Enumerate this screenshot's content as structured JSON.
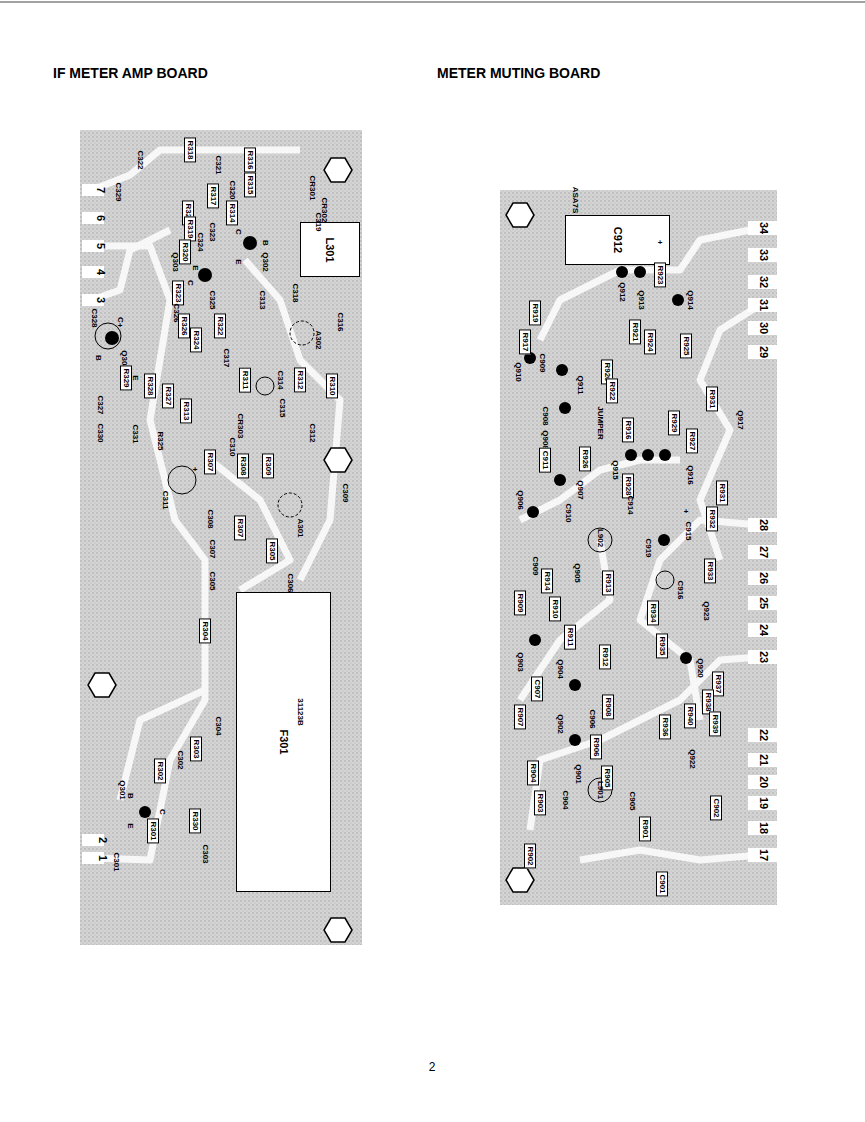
{
  "diagram": {
    "nodes": [
      {
        "text": [
          "IF METER AMP BOARD"
        ]
      },
      {
        "text": [
          "F301"
        ],
        "in": 0
      },
      {
        "text": [
          "L301"
        ],
        "in": 0
      },
      {
        "text": [
          "METER MUTING BOARD"
        ]
      },
      {
        "text": [
          "C912"
        ],
        "in": 3
      }
    ],
    "labels": [
      "1",
      "2",
      "7",
      "6",
      "5",
      "4",
      "3",
      "R318",
      "R316",
      "C322",
      "C321",
      "R315",
      "C329",
      "C320",
      "R317",
      "CR301",
      "CR302",
      "R321",
      "R314",
      "C319",
      "C323",
      "R319",
      "C324",
      "R320",
      "Q302",
      "Q303",
      "R323",
      "C326",
      "C325",
      "C313",
      "C318",
      "R322",
      "A302",
      "C316",
      "C328",
      "Q304",
      "R326",
      "R324",
      "R328",
      "R327",
      "R329",
      "C317",
      "R311",
      "C314",
      "R312",
      "R310",
      "C327",
      "C330",
      "C331",
      "R313",
      "C315",
      "R325",
      "CR303",
      "C310",
      "C312",
      "C311",
      "R307",
      "R308",
      "R309",
      "C309",
      "A301",
      "C308",
      "R307",
      "C307",
      "R305",
      "C305",
      "C306",
      "R304",
      "31123B",
      "C304",
      "R302",
      "C302",
      "R303",
      "Q301",
      "R330",
      "R301",
      "C301",
      "C303",
      "B",
      "E",
      "C",
      "C",
      "B",
      "E",
      "C",
      "E",
      "B",
      "E",
      "C",
      "34",
      "33",
      "32",
      "31",
      "30",
      "29",
      "28",
      "27",
      "26",
      "25",
      "24",
      "23",
      "22",
      "21",
      "20",
      "19",
      "18",
      "17",
      "ASA7S",
      "Q912",
      "Q913",
      "R923",
      "Q914",
      "R919",
      "R917",
      "C909",
      "Q910",
      "Q911",
      "R920",
      "R921",
      "R924",
      "R925",
      "R922",
      "JUMPER",
      "R916",
      "R929",
      "R931",
      "Q917",
      "C908",
      "Q908",
      "C911",
      "Q915",
      "Q916",
      "R927",
      "R926",
      "R928",
      "Q907",
      "R931",
      "Q906",
      "C910",
      "C914",
      "L902",
      "C915",
      "R932",
      "C919",
      "C909",
      "Q905",
      "R914",
      "R913",
      "C916",
      "R933",
      "R909",
      "R910",
      "R934",
      "Q923",
      "R911",
      "R912",
      "R935",
      "Q920",
      "Q903",
      "Q904",
      "C907",
      "R908",
      "R937",
      "R938",
      "R907",
      "Q902",
      "C906",
      "R936",
      "R940",
      "R939",
      "R906",
      "Q922",
      "R904",
      "Q901",
      "R905",
      "C904",
      "L901",
      "R903",
      "C905",
      "C902",
      "R901",
      "R902",
      "C901",
      "+",
      "+",
      "+",
      "+",
      "2"
    ]
  }
}
